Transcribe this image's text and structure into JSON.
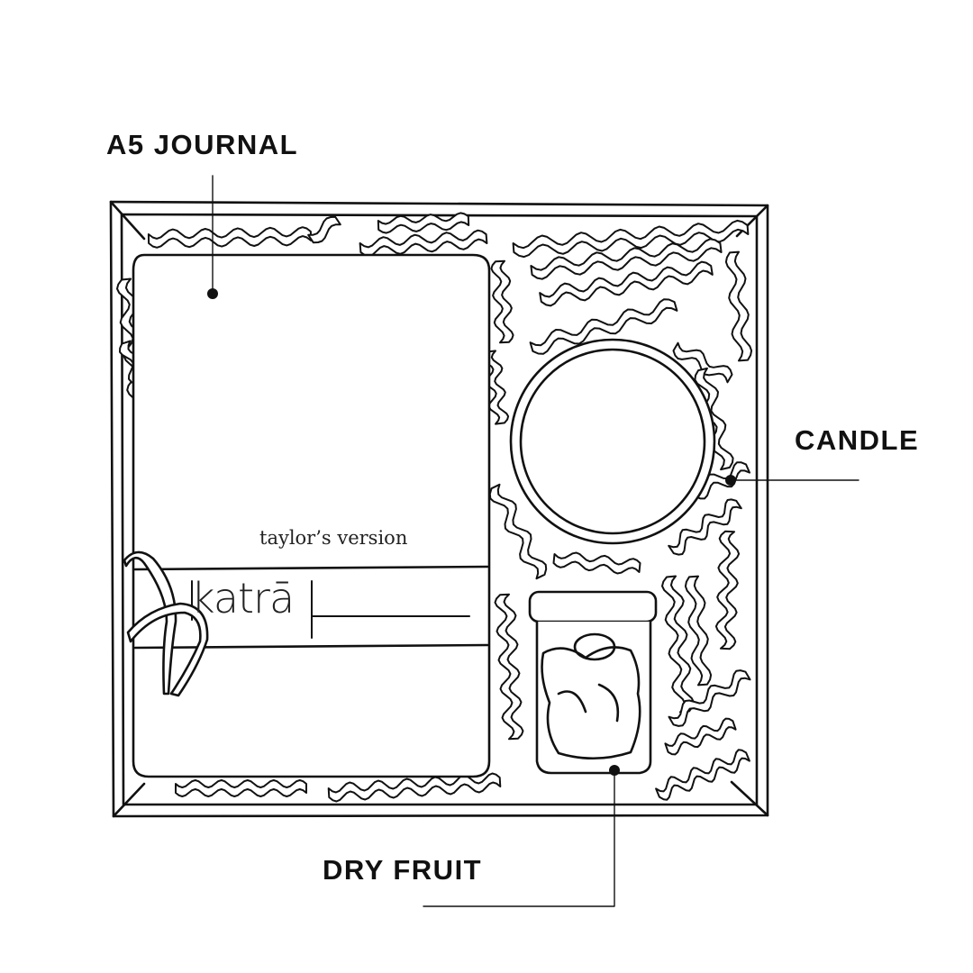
{
  "labels": {
    "journal": "A5 JOURNAL",
    "candle": "CANDLE",
    "dry_fruit": "DRY FRUIT"
  },
  "journal": {
    "subtitle": "taylor’s version",
    "brand": "katrā"
  },
  "colors": {
    "line": "#111111",
    "background": "#ffffff"
  }
}
